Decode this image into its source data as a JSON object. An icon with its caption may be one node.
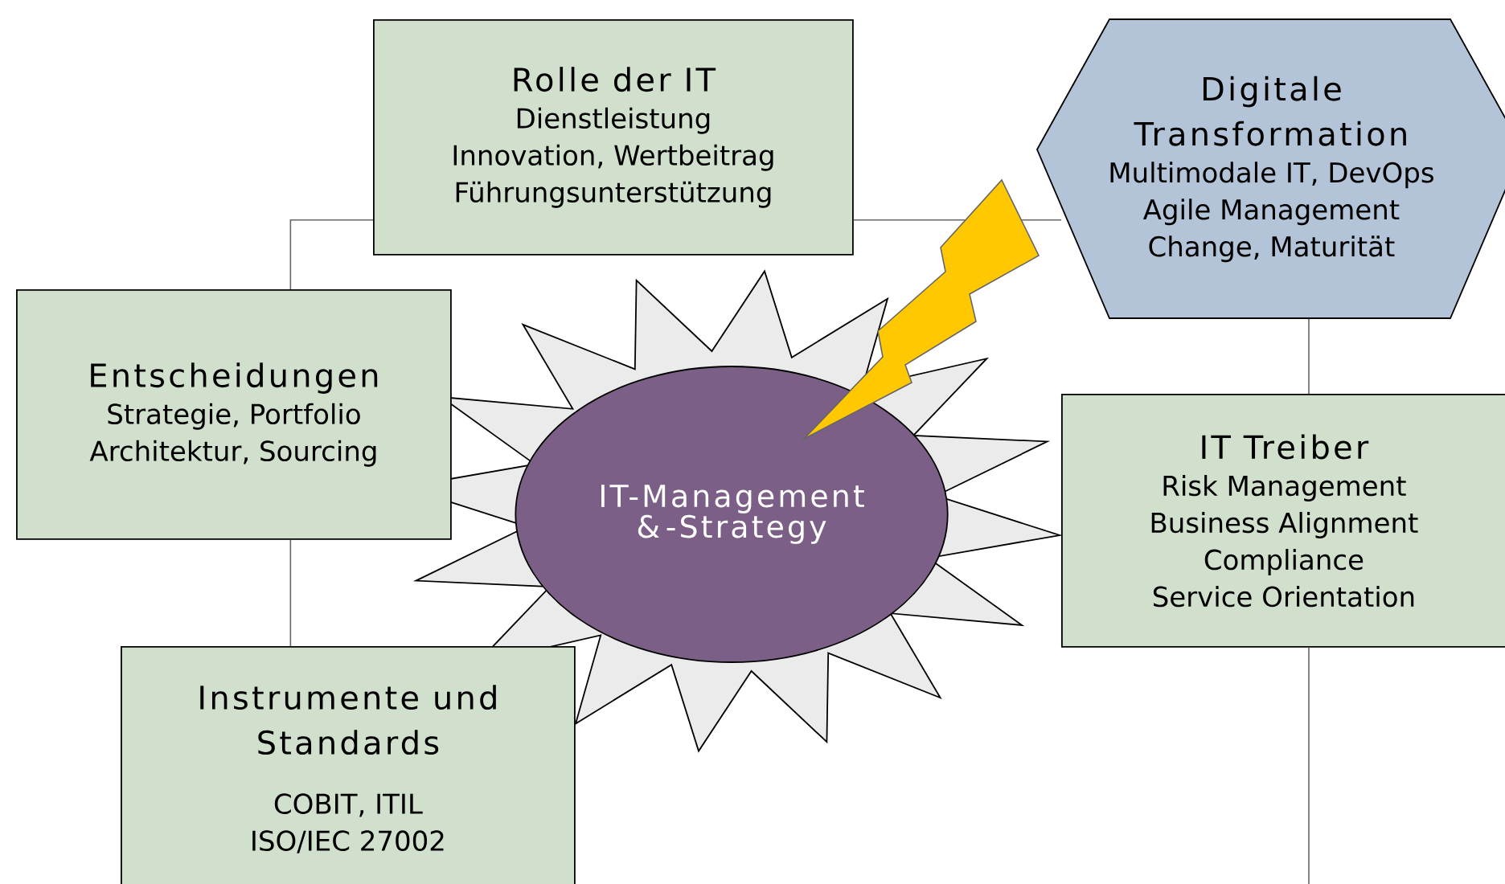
{
  "diagram": {
    "nodes": [
      {
        "text": [
          "Rolle der IT",
          "Dienstleistung",
          "Innovation, Wertbeitrag",
          "Führungsunterstützung"
        ]
      },
      {
        "text": [
          "Entscheidungen",
          "Strategie, Portfolio",
          "Architektur, Sourcing"
        ]
      },
      {
        "text": [
          "Digitale Transformation",
          "Multimodale IT, DevOps",
          "Agile Management",
          "Change, Maturität"
        ]
      },
      {
        "text": [
          "IT-Management & -Strategy"
        ]
      },
      {
        "text": [
          "IT Treiber",
          "Risk Management",
          "Business Alignment",
          "Compliance",
          "Service Orientation"
        ]
      },
      {
        "text": [
          "Instrumente und Standards",
          "COBIT, ITIL",
          "ISO/IEC 27002"
        ]
      }
    ],
    "edges": [
      {
        "from": 0,
        "to": 1,
        "arrow": "none"
      },
      {
        "from": 1,
        "to": 5,
        "arrow": "none"
      },
      {
        "from": 0,
        "to": 2,
        "arrow": "none"
      },
      {
        "from": 2,
        "to": 4,
        "arrow": "none"
      },
      {
        "from": 4,
        "to": null,
        "arrow": "none"
      }
    ]
  }
}
